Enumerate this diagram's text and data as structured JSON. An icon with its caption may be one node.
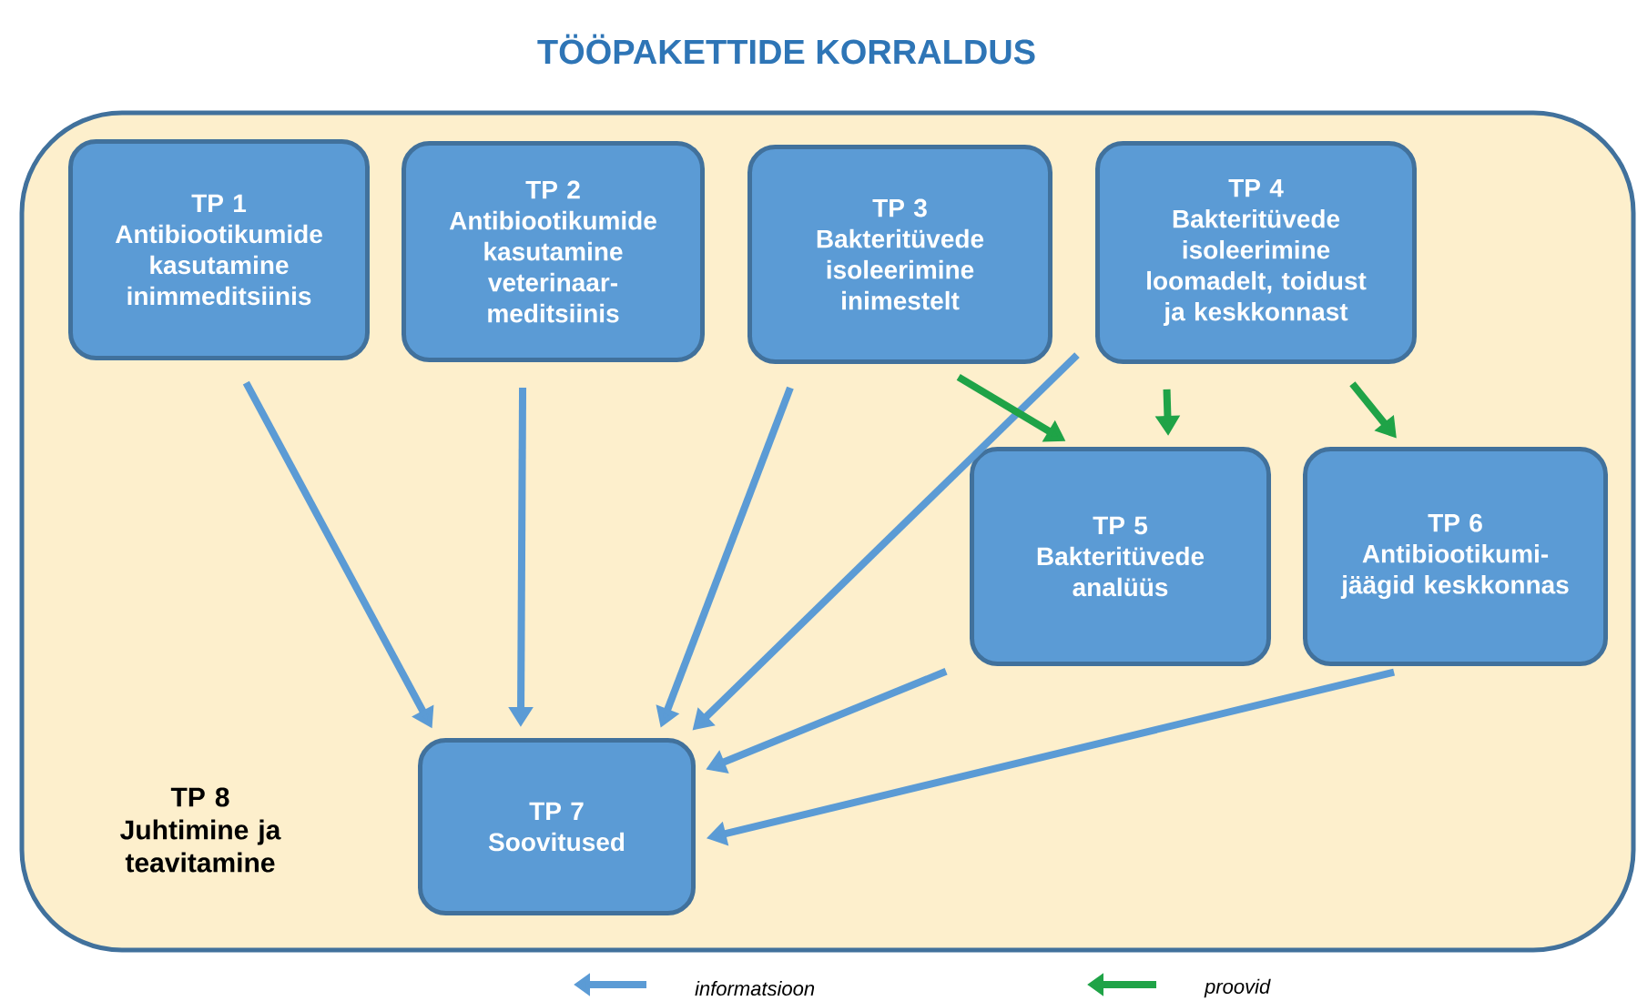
{
  "diagram": {
    "title": "TÖÖPAKETTIDE KORRALDUS",
    "nodes": [
      {
        "text": [
          "TP 8 Juhtimine ja teavitamine"
        ]
      },
      {
        "text": [
          "TP 1",
          "Antibiootikumide kasutamine inimmeditsiinis"
        ],
        "in": 0
      },
      {
        "text": [
          "TP 2",
          "Antibiootikumide kasutamine veterinaar-meditsiinis"
        ],
        "in": 0
      },
      {
        "text": [
          "TP 3",
          "Bakteritüvede isoleerimine inimestelt"
        ],
        "in": 0
      },
      {
        "text": [
          "TP 4",
          "Bakteritüvede isoleerimine loomadelt, toidust ja keskkonnast"
        ],
        "in": 0
      },
      {
        "text": [
          "TP 5",
          "Bakteritüvede analüüs"
        ],
        "in": 0
      },
      {
        "text": [
          "TP 6",
          "Antibiootikumi-jäägid keskkonnas"
        ],
        "in": 0
      },
      {
        "text": [
          "TP 7",
          "Soovitused"
        ],
        "in": 0
      }
    ],
    "edges": [
      {
        "from": 1,
        "to": 7,
        "arrow": "to"
      },
      {
        "from": 2,
        "to": 7,
        "arrow": "to"
      },
      {
        "from": 3,
        "to": 7,
        "arrow": "to"
      },
      {
        "from": 4,
        "to": 7,
        "arrow": "to"
      },
      {
        "from": 5,
        "to": 7,
        "arrow": "to"
      },
      {
        "from": 6,
        "to": 7,
        "arrow": "to"
      },
      {
        "from": 3,
        "to": 5,
        "arrow": "to",
        "color": "#1fa347"
      },
      {
        "from": 4,
        "to": 5,
        "arrow": "to",
        "color": "#1fa347"
      },
      {
        "from": 4,
        "to": 6,
        "arrow": "to",
        "color": "#1fa347"
      }
    ],
    "legend": [
      {
        "text": "informatsioon"
      },
      {
        "text": "proovid"
      }
    ]
  }
}
